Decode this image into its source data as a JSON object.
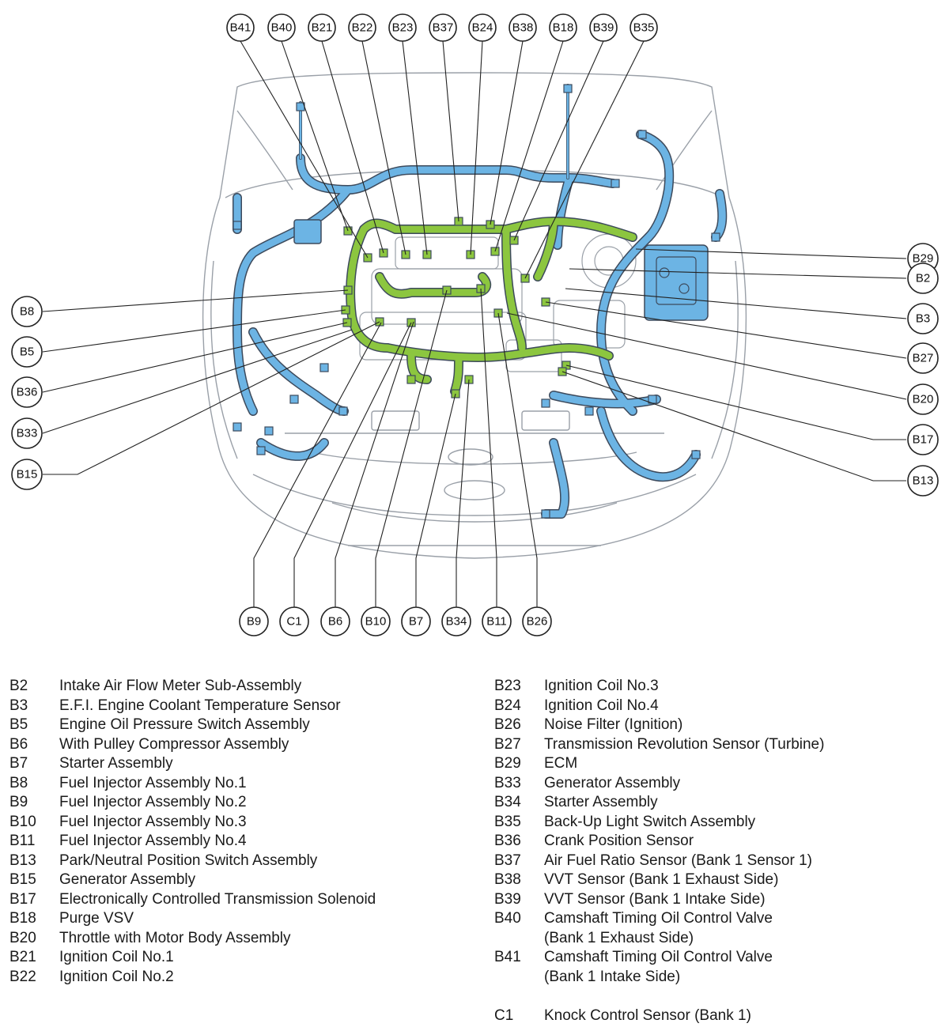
{
  "callouts": {
    "top": [
      "B41",
      "B40",
      "B21",
      "B22",
      "B23",
      "B37",
      "B24",
      "B38",
      "B18",
      "B39",
      "B35"
    ],
    "left": [
      "B8",
      "B5",
      "B36",
      "B33",
      "B15"
    ],
    "right": [
      "B29",
      "B2",
      "B3",
      "B27",
      "B20",
      "B17",
      "B13"
    ],
    "bottom": [
      "B9",
      "C1",
      "B6",
      "B10",
      "B7",
      "B34",
      "B11",
      "B26"
    ]
  },
  "colors": {
    "engine_harness": "#8cc63f",
    "engine_room_harness": "#6cb4e4",
    "harness_outline": "#3d4a5c",
    "callout_line": "#222222"
  },
  "legend": {
    "left": [
      {
        "code": "B2",
        "desc": "Intake Air Flow Meter Sub-Assembly"
      },
      {
        "code": "B3",
        "desc": "E.F.I. Engine Coolant Temperature Sensor"
      },
      {
        "code": "B5",
        "desc": "Engine Oil Pressure Switch Assembly"
      },
      {
        "code": "B6",
        "desc": "With Pulley Compressor Assembly"
      },
      {
        "code": "B7",
        "desc": "Starter Assembly"
      },
      {
        "code": "B8",
        "desc": "Fuel Injector Assembly No.1"
      },
      {
        "code": "B9",
        "desc": "Fuel Injector Assembly No.2"
      },
      {
        "code": "B10",
        "desc": "Fuel Injector Assembly No.3"
      },
      {
        "code": "B11",
        "desc": "Fuel Injector Assembly No.4"
      },
      {
        "code": "B13",
        "desc": "Park/Neutral Position Switch Assembly"
      },
      {
        "code": "B15",
        "desc": "Generator Assembly"
      },
      {
        "code": "B17",
        "desc": "Electronically Controlled Transmission Solenoid"
      },
      {
        "code": "B18",
        "desc": "Purge VSV"
      },
      {
        "code": "B20",
        "desc": "Throttle with Motor Body Assembly"
      },
      {
        "code": "B21",
        "desc": "Ignition Coil No.1"
      },
      {
        "code": "B22",
        "desc": "Ignition Coil No.2"
      }
    ],
    "right": [
      {
        "code": "B23",
        "desc": "Ignition Coil No.3"
      },
      {
        "code": "B24",
        "desc": "Ignition Coil No.4"
      },
      {
        "code": "B26",
        "desc": "Noise Filter (Ignition)"
      },
      {
        "code": "B27",
        "desc": "Transmission Revolution Sensor (Turbine)"
      },
      {
        "code": "B29",
        "desc": "ECM"
      },
      {
        "code": "B33",
        "desc": "Generator Assembly"
      },
      {
        "code": "B34",
        "desc": "Starter Assembly"
      },
      {
        "code": "B35",
        "desc": "Back-Up Light Switch Assembly"
      },
      {
        "code": "B36",
        "desc": "Crank Position Sensor"
      },
      {
        "code": "B37",
        "desc": "Air Fuel Ratio Sensor (Bank 1 Sensor 1)"
      },
      {
        "code": "B38",
        "desc": "VVT Sensor (Bank 1 Exhaust Side)"
      },
      {
        "code": "B39",
        "desc": "VVT Sensor (Bank 1 Intake Side)"
      },
      {
        "code": "B40",
        "desc": "Camshaft Timing Oil Control Valve"
      },
      {
        "code": "",
        "desc": "(Bank 1 Exhaust Side)"
      },
      {
        "code": "B41",
        "desc": "Camshaft Timing Oil Control Valve"
      },
      {
        "code": "",
        "desc": "(Bank 1 Intake Side)"
      },
      {
        "code": "",
        "desc": ""
      },
      {
        "code": "C1",
        "desc": "Knock Control Sensor (Bank 1)"
      }
    ]
  }
}
